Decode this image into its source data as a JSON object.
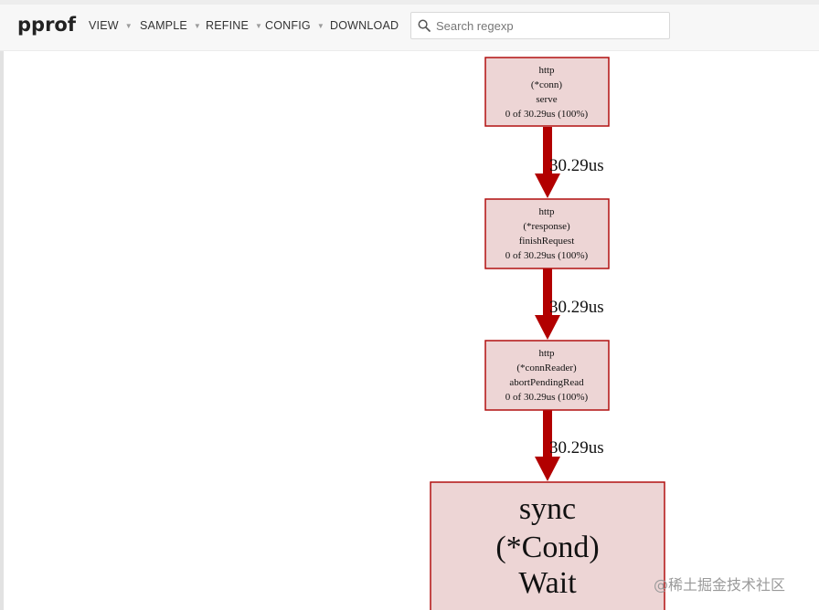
{
  "app": {
    "title": "pprof"
  },
  "toolbar": {
    "menus": [
      {
        "label": "VIEW",
        "has_dropdown": true
      },
      {
        "label": "SAMPLE",
        "has_dropdown": true
      },
      {
        "label": "REFINE",
        "has_dropdown": true
      },
      {
        "label": "CONFIG",
        "has_dropdown": true
      },
      {
        "label": "DOWNLOAD",
        "has_dropdown": false
      }
    ],
    "search": {
      "placeholder": "Search regexp",
      "value": "",
      "icon": "search-icon"
    }
  },
  "graph": {
    "nodes": [
      {
        "id": "conn-serve",
        "lines": [
          "http",
          "(*conn)",
          "serve",
          "0 of 30.29us (100%)"
        ]
      },
      {
        "id": "response-finishRequest",
        "lines": [
          "http",
          "(*response)",
          "finishRequest",
          "0 of 30.29us (100%)"
        ]
      },
      {
        "id": "connReader-abortPendingRead",
        "lines": [
          "http",
          "(*connReader)",
          "abortPendingRead",
          "0 of 30.29us (100%)"
        ]
      },
      {
        "id": "cond-wait",
        "lines": [
          "sync",
          "(*Cond)",
          "Wait"
        ]
      }
    ],
    "edges": [
      {
        "from": "conn-serve",
        "to": "response-finishRequest",
        "label": "30.29us"
      },
      {
        "from": "response-finishRequest",
        "to": "connReader-abortPendingRead",
        "label": "30.29us"
      },
      {
        "from": "connReader-abortPendingRead",
        "to": "cond-wait",
        "label": "30.29us"
      }
    ],
    "colors": {
      "node_fill": "#edd5d5",
      "node_border": "#b21010",
      "edge": "#b20000",
      "text": "#111111"
    }
  },
  "watermark": "@稀土掘金技术社区"
}
